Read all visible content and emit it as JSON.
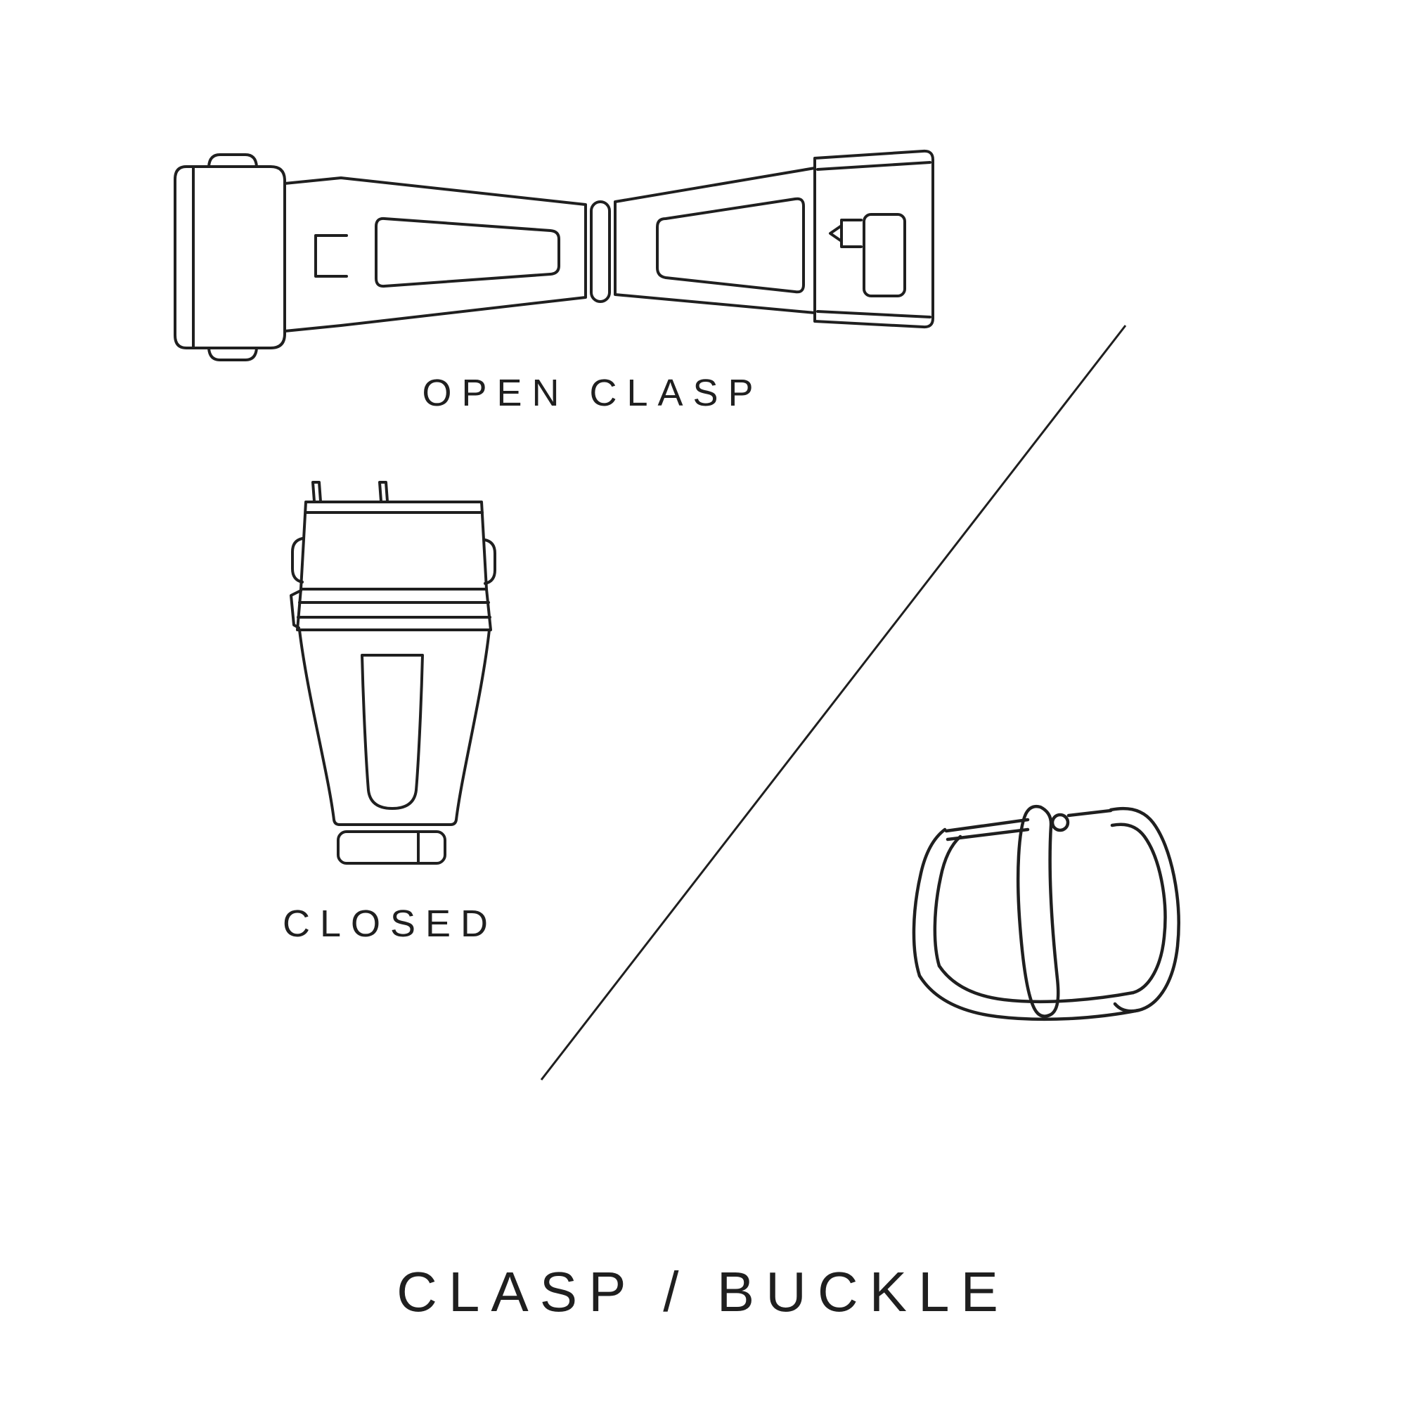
{
  "diagram": {
    "title": "CLASP / BUCKLE",
    "labels": {
      "open_clasp": "OPEN CLASP",
      "closed_clasp": "CLOSED"
    },
    "colors": {
      "background": "#ffffff",
      "line": "#1f1f1f",
      "text": "#1f1f1f"
    }
  }
}
